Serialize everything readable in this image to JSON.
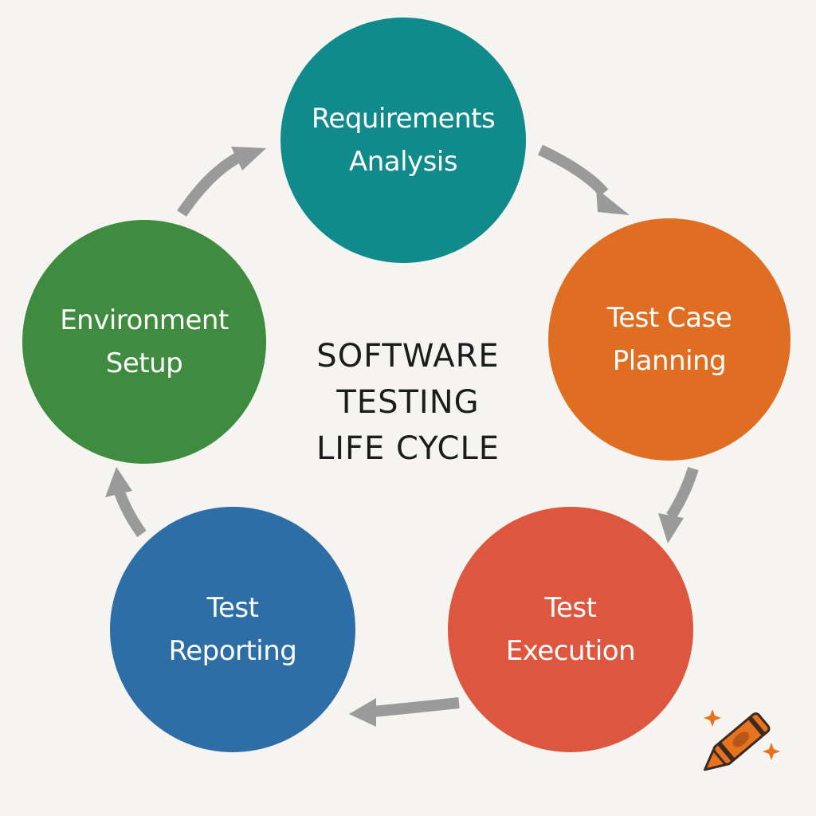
{
  "diagram": {
    "title_lines": [
      "SOFTWARE",
      "TESTING",
      "LIFE CYCLE"
    ],
    "stages": [
      {
        "lines": [
          "Requirements",
          "Analysis"
        ],
        "color": "#118a8c"
      },
      {
        "lines": [
          "Test Case",
          "Planning"
        ],
        "color": "#df6e22"
      },
      {
        "lines": [
          "Test",
          "Execution"
        ],
        "color": "#dd5640"
      },
      {
        "lines": [
          "Test",
          "Reporting"
        ],
        "color": "#2d6ea6"
      },
      {
        "lines": [
          "Environment",
          "Setup"
        ],
        "color": "#3f8b3f"
      }
    ],
    "arrow_color": "#9a9a9a",
    "logo": {
      "icon": "crayon-icon",
      "color": "#e8731f"
    }
  }
}
